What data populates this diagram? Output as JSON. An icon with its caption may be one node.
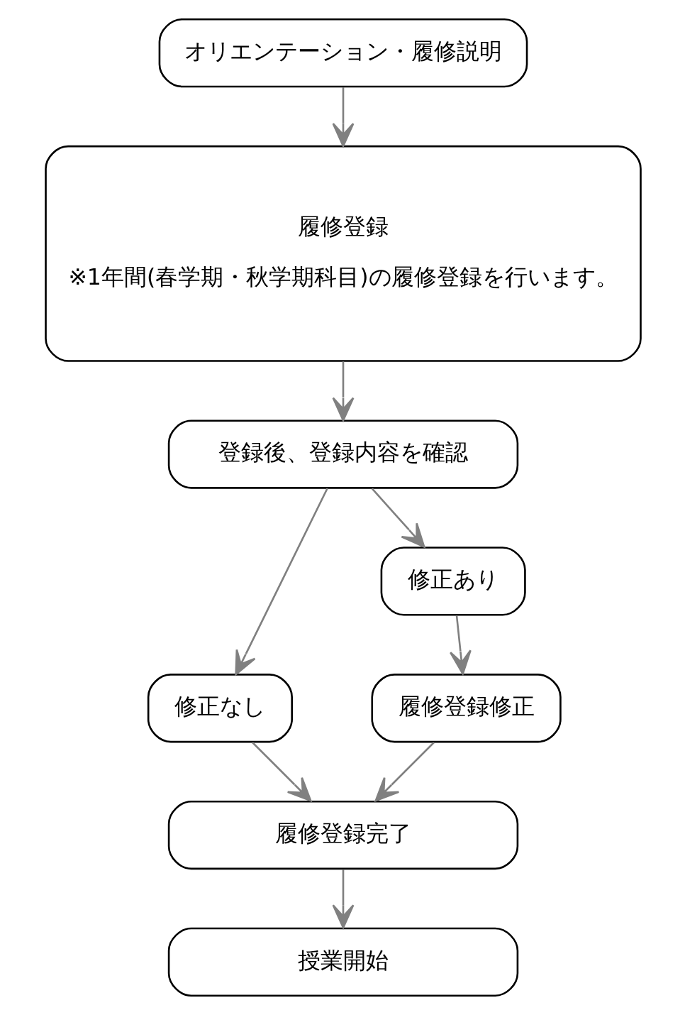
{
  "diagram": {
    "nodes": [
      {
        "text": [
          "オリエンテーション・履修説明"
        ]
      },
      {
        "text": [
          "履修登録",
          "※1年間(春学期・秋学期科目)の履修登録を行います。"
        ]
      },
      {
        "text": [
          "登録後、登録内容を確認"
        ]
      },
      {
        "text": [
          "修正なし"
        ]
      },
      {
        "text": [
          "修正あり"
        ]
      },
      {
        "text": [
          "履修登録修正"
        ]
      },
      {
        "text": [
          "履修登録完了"
        ]
      },
      {
        "text": [
          "授業開始"
        ]
      }
    ],
    "edges": [
      {
        "from": 0,
        "to": 1,
        "arrow": "to"
      },
      {
        "from": 1,
        "to": 2,
        "arrow": "to"
      },
      {
        "from": 2,
        "to": 3,
        "arrow": "to"
      },
      {
        "from": 2,
        "to": 4,
        "arrow": "to"
      },
      {
        "from": 4,
        "to": 5,
        "arrow": "to"
      },
      {
        "from": 3,
        "to": 6,
        "arrow": "to"
      },
      {
        "from": 5,
        "to": 6,
        "arrow": "to"
      },
      {
        "from": 6,
        "to": 7,
        "arrow": "to"
      }
    ]
  }
}
